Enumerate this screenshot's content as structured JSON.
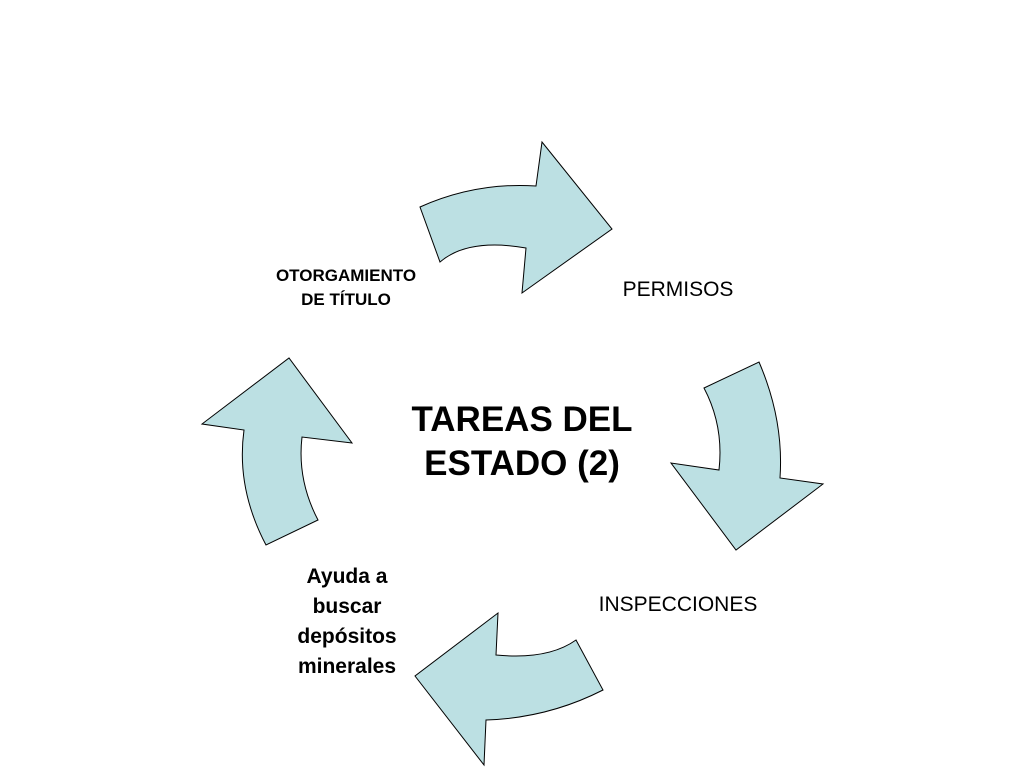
{
  "diagram": {
    "center_title_lines": [
      "TAREAS DEL",
      "ESTADO (2)"
    ],
    "nodes": {
      "permisos": "PERMISOS",
      "inspecciones": "INSPECCIONES",
      "otorgamiento_lines": [
        "OTORGAMIENTO",
        "DE TÍTULO"
      ],
      "ayuda_lines": [
        "Ayuda a",
        "buscar",
        "depósitos",
        "minerales"
      ]
    },
    "colors": {
      "arrow_fill": "#bce0e3",
      "arrow_stroke": "#000000",
      "text": "#000000",
      "background": "#ffffff"
    }
  }
}
